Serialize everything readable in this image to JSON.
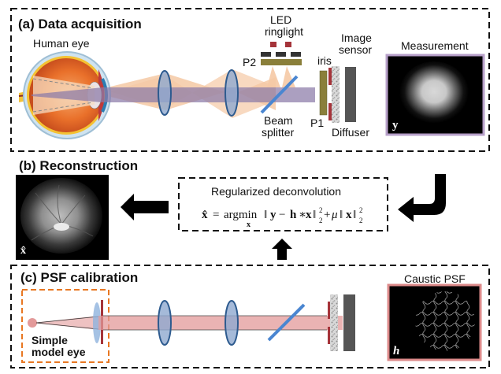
{
  "panels": {
    "a": {
      "title": "(a) Data acquisition",
      "labels": {
        "human_eye": "Human eye",
        "led_line1": "LED",
        "led_line2": "ringlight",
        "p2": "P2",
        "p1": "P1",
        "iris": "iris",
        "image_line1": "Image",
        "image_line2": "sensor",
        "beam_line1": "Beam",
        "beam_line2": "splitter",
        "diffuser": "Diffuser",
        "measurement": "Measurement",
        "measurement_symbol": "y"
      }
    },
    "b": {
      "title": "(b) Reconstruction",
      "recon_symbol": "x̂",
      "box_title": "Regularized deconvolution",
      "equation": {
        "lhs": "x̂",
        "eq": "=",
        "argmin": "argmin",
        "argmin_sub": "x",
        "norm_open": "‖",
        "y": "y",
        "minus": "−",
        "h": "h",
        "star": "∗",
        "x": "x",
        "norm_close": "‖",
        "sub": "2",
        "sup": "2",
        "plus": "+",
        "mu": "μ"
      }
    },
    "c": {
      "title": "(c) PSF calibration",
      "model_eye_line1": "Simple",
      "model_eye_line2": "model eye",
      "psf_title": "Caustic PSF",
      "psf_symbol": "h"
    }
  },
  "colors": {
    "lens_fill": "#8fa9cf",
    "lens_stroke": "#2e5b8f",
    "beam_orange": "#f5c9a5",
    "beam_purple": "#8a7aa8",
    "beam_red": "#e39a9a",
    "splitter": "#4a86d1",
    "polarizer": "#8a7f3a",
    "iris": "#a5343a",
    "sensor": "#555555",
    "measurement_border": "#b7a0c9",
    "psf_border": "#dc8a8a",
    "model_eye_border": "#e87722"
  }
}
